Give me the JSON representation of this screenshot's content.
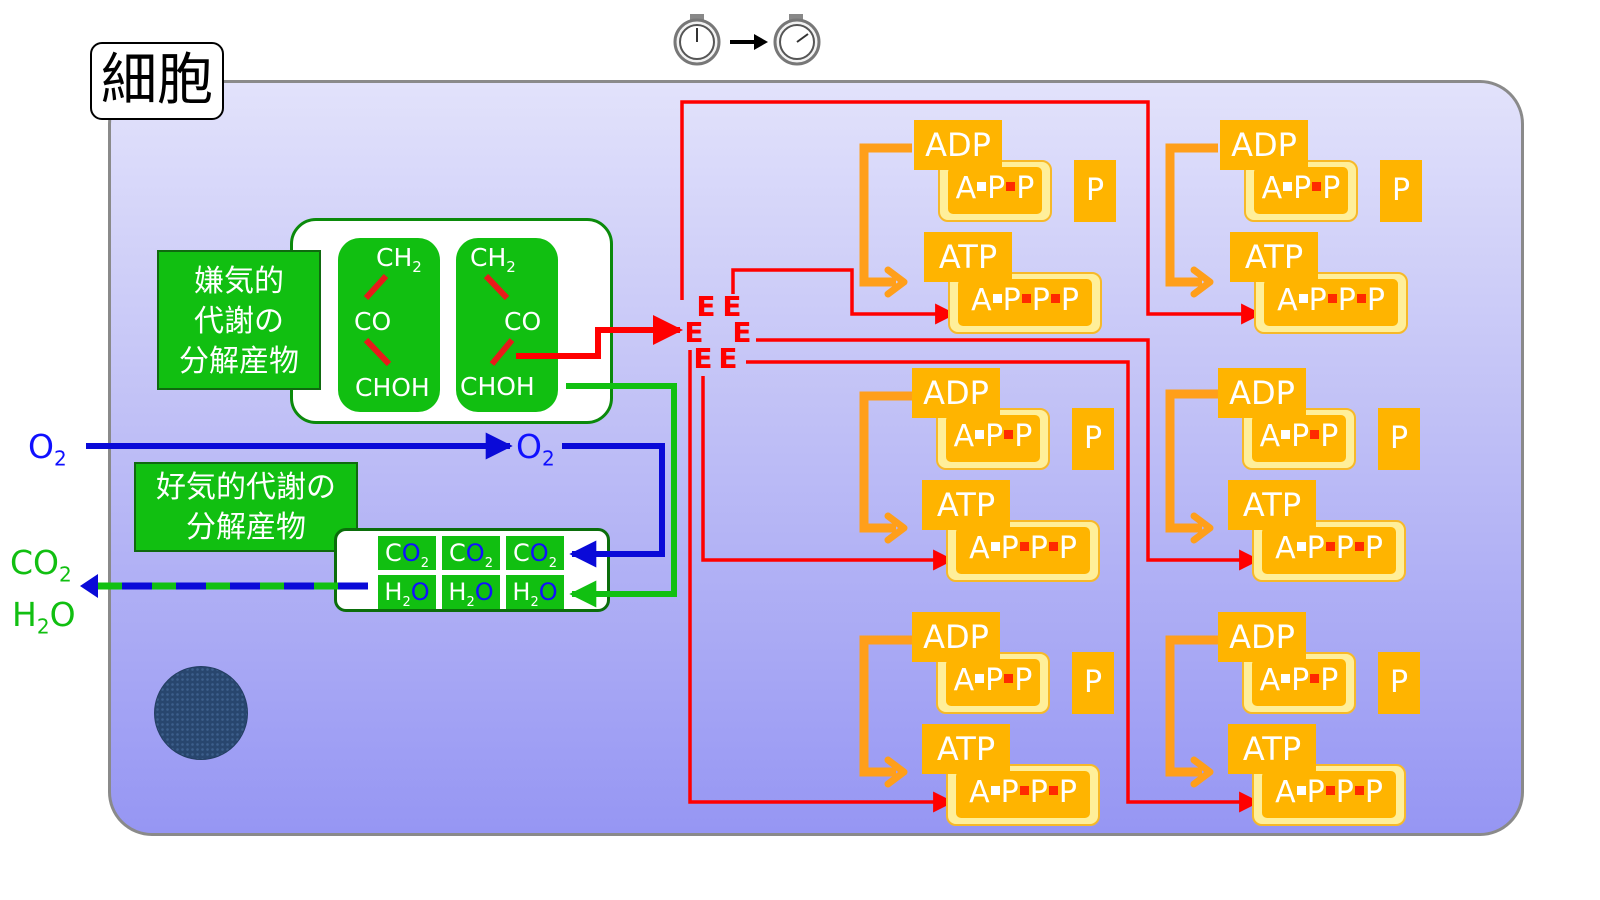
{
  "cell": {
    "title": "細胞"
  },
  "anaerobic": {
    "label_lines": [
      "嫌気的",
      "代謝の",
      "分解産物"
    ],
    "molecule_left": {
      "ch2": "CH",
      "ch2_sub": "2",
      "co": "CO",
      "choh": "CHOH"
    },
    "molecule_right": {
      "ch2": "CH",
      "ch2_sub": "2",
      "co": "CO",
      "choh": "CHOH"
    }
  },
  "aerobic": {
    "label_lines": [
      "好気的代謝の",
      "分解産物"
    ],
    "co2_cells": [
      {
        "c": "C",
        "o": "O",
        "sub": "2"
      },
      {
        "c": "C",
        "o": "O",
        "sub": "2"
      },
      {
        "c": "C",
        "o": "O",
        "sub": "2"
      }
    ],
    "h2o_cells": [
      {
        "h": "H",
        "sub": "2",
        "o": "O"
      },
      {
        "h": "H",
        "sub": "2",
        "o": "O"
      },
      {
        "h": "H",
        "sub": "2",
        "o": "O"
      }
    ]
  },
  "external": {
    "o2_in": {
      "text": "O",
      "sub": "2"
    },
    "o2_inside": {
      "text": "O",
      "sub": "2"
    },
    "co2_out": {
      "text": "CO",
      "sub": "2"
    },
    "h2o_out": {
      "text": "H",
      "sub": "2",
      "text2": "O"
    }
  },
  "energy": {
    "letters": [
      "E",
      "E",
      "E",
      "E",
      "E",
      "E"
    ]
  },
  "atp_units": [
    {
      "adp": "ADP",
      "adp_inner": "A-P-P",
      "p": "P",
      "atp": "ATP",
      "atp_inner": "A-P-P-P"
    },
    {
      "adp": "ADP",
      "adp_inner": "A-P-P",
      "p": "P",
      "atp": "ATP",
      "atp_inner": "A-P-P-P"
    },
    {
      "adp": "ADP",
      "adp_inner": "A-P-P",
      "p": "P",
      "atp": "ATP",
      "atp_inner": "A-P-P-P"
    },
    {
      "adp": "ADP",
      "adp_inner": "A-P-P",
      "p": "P",
      "atp": "ATP",
      "atp_inner": "A-P-P-P"
    },
    {
      "adp": "ADP",
      "adp_inner": "A-P-P",
      "p": "P",
      "atp": "ATP",
      "atp_inner": "A-P-P-P"
    },
    {
      "adp": "ADP",
      "adp_inner": "A-P-P",
      "p": "P",
      "atp": "ATP",
      "atp_inner": "A-P-P-P"
    }
  ],
  "timer": {
    "icon_start": "stopwatch-icon",
    "icon_end": "stopwatch-icon",
    "arrow": "arrow-right-icon"
  },
  "colors": {
    "oxygen": "#1010ff",
    "energy": "#ff0000",
    "product": "#11bf11",
    "atp_orange": "#ffb400",
    "arrow_orange": "#ff9900"
  }
}
